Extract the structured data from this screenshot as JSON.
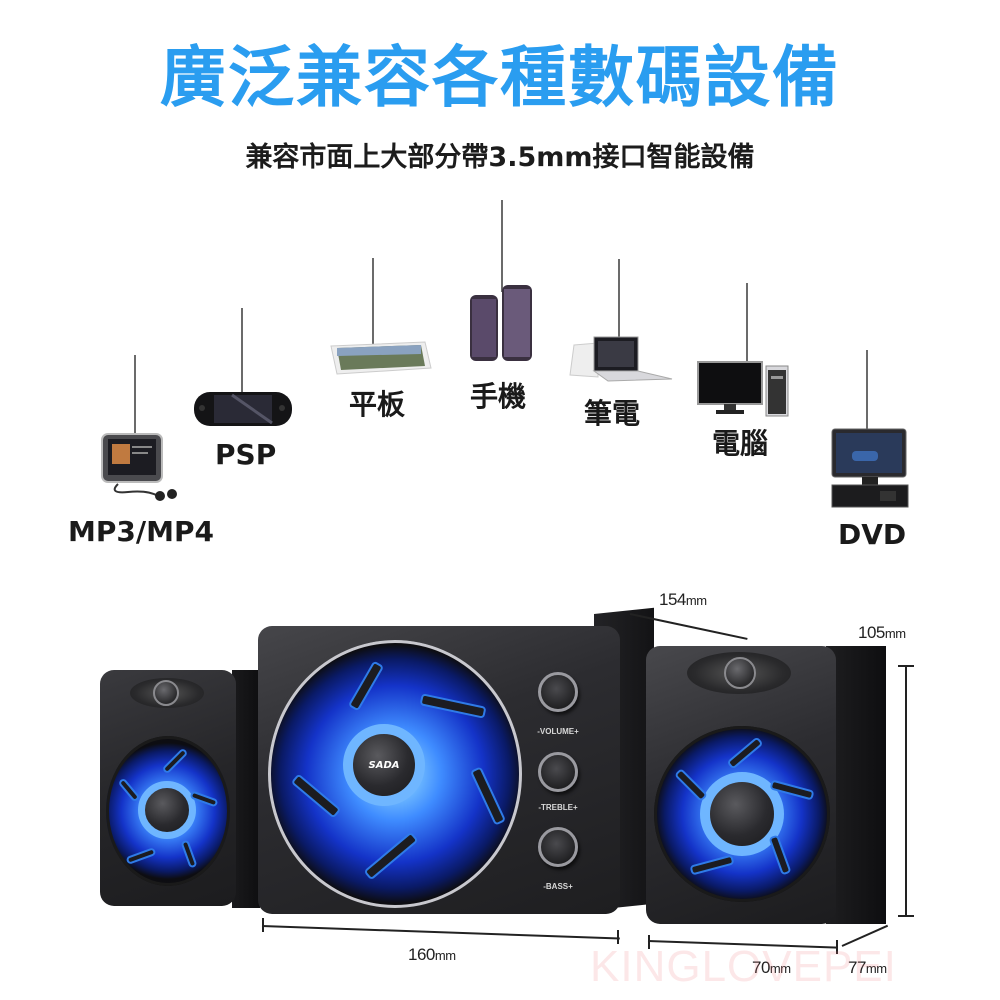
{
  "header": {
    "title": "廣泛兼容各種數碼設備",
    "title_color": "#2a9df0",
    "subtitle": "兼容市面上大部分帶3.5mm接口智能設備"
  },
  "devices": [
    {
      "label": "MP3/MP4",
      "icon": "mp3-player-icon"
    },
    {
      "label": "PSP",
      "icon": "psp-console-icon"
    },
    {
      "label": "平板",
      "icon": "tablet-icon"
    },
    {
      "label": "手機",
      "icon": "smartphone-icon"
    },
    {
      "label": "筆電",
      "icon": "laptop-icon"
    },
    {
      "label": "電腦",
      "icon": "desktop-computer-icon"
    },
    {
      "label": "DVD",
      "icon": "portable-dvd-icon"
    }
  ],
  "product": {
    "brand": "SADA",
    "accent_color": "#2f7be8",
    "controls": [
      {
        "label": "-VOLUME+"
      },
      {
        "label": "-TREBLE+"
      },
      {
        "label": "-BASS+"
      }
    ],
    "dimensions": {
      "subwoofer_depth": {
        "value": "154",
        "unit": "mm"
      },
      "satellite_height": {
        "value": "105",
        "unit": "mm"
      },
      "subwoofer_width": {
        "value": "160",
        "unit": "mm"
      },
      "satellite_width": {
        "value": "70",
        "unit": "mm"
      },
      "satellite_depth": {
        "value": "77",
        "unit": "mm"
      }
    }
  },
  "watermark": "KINGLOVEPEI"
}
